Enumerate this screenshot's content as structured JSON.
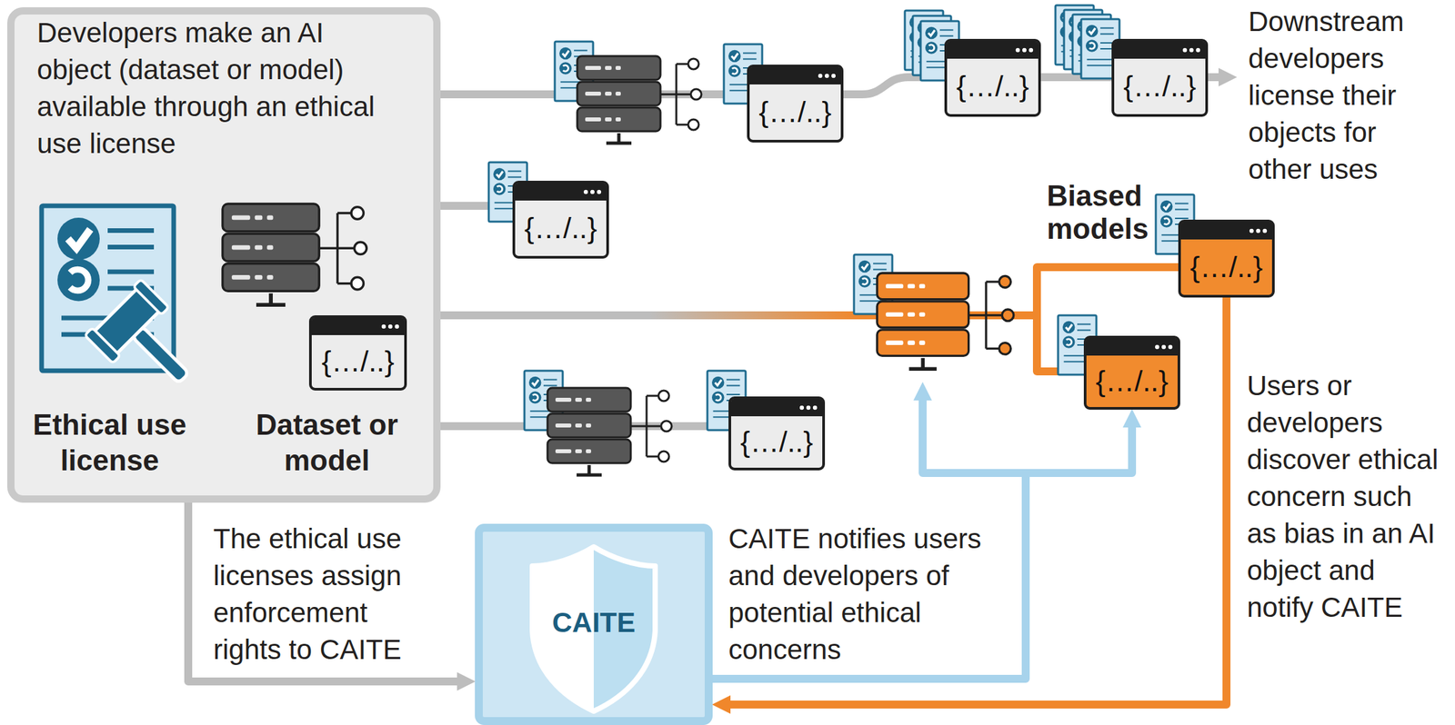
{
  "diagram": {
    "nodes": [
      {
        "text": [
          "Developers make an AI object (dataset or model) available through an ethical use license",
          "Ethical use license",
          "Dataset or model"
        ]
      },
      {
        "text": [
          "{…/..}"
        ],
        "in": 0
      },
      {
        "text": [
          "{…/..}"
        ]
      },
      {
        "text": [
          "{…/..}"
        ]
      },
      {
        "text": [
          "{…/..}"
        ]
      },
      {
        "text": [
          "{…/..}"
        ]
      },
      {
        "text": [
          "Biased models",
          "{…/..}"
        ]
      },
      {
        "text": [
          "{…/..}"
        ]
      },
      {
        "text": [
          "{…/..}"
        ]
      },
      {
        "text": [
          "CAITE"
        ]
      }
    ],
    "edges": [
      {
        "from": 0,
        "to": 9,
        "arrow": "to",
        "label": "The ethical use licenses assign enforcement rights to CAITE"
      },
      {
        "from": 0,
        "to": 2,
        "arrow": "none"
      },
      {
        "from": 2,
        "to": 3,
        "arrow": "none"
      },
      {
        "from": 3,
        "to": 4,
        "arrow": "none"
      },
      {
        "from": 0,
        "to": 5,
        "arrow": "none"
      },
      {
        "from": 0,
        "to": 6,
        "arrow": "none"
      },
      {
        "from": 0,
        "to": 7,
        "arrow": "none"
      },
      {
        "from": 0,
        "to": 8,
        "arrow": "none"
      },
      {
        "from": 6,
        "to": 9,
        "arrow": "to",
        "label": "Users or developers discover ethical concern such as bias in an AI object and notify CAITE"
      },
      {
        "from": 9,
        "to": 7,
        "arrow": "to",
        "label": "CAITE notifies users and developers of potential ethical concerns"
      }
    ],
    "labels": [
      "Downstream developers license their objects for other uses"
    ]
  }
}
